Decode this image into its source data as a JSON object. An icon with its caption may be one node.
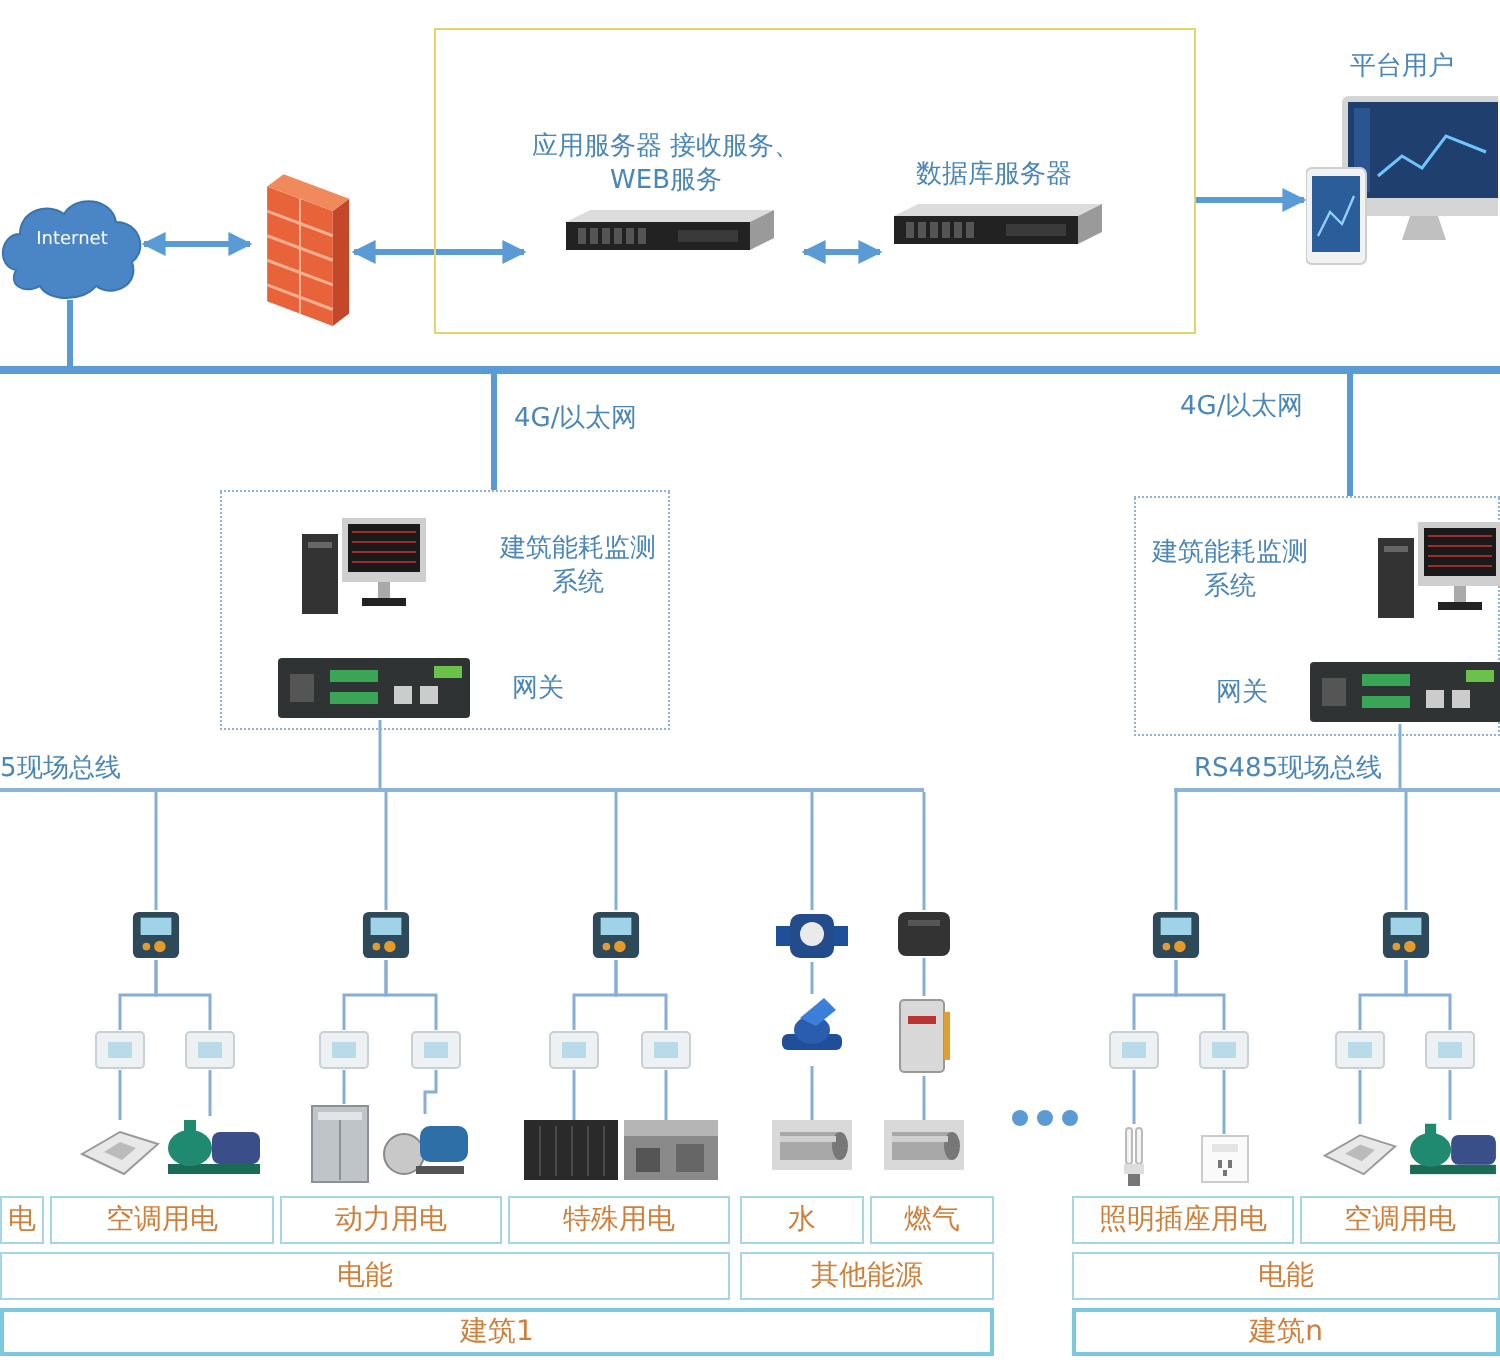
{
  "diagram": {
    "nodes": [
      {
        "text": [
          "Internet"
        ]
      },
      {
        "text": [],
        "shape": "picture"
      },
      {
        "text": [],
        "shape": "box"
      },
      {
        "text": [
          "应用服务器 接收服务、WEB服务"
        ],
        "in": 2
      },
      {
        "text": [
          "数据库服务器"
        ],
        "in": 2
      },
      {
        "text": [
          "平台用户"
        ]
      },
      {
        "text": [],
        "shape": "bar"
      },
      {
        "text": [],
        "shape": "box"
      },
      {
        "text": [
          "建筑能耗监测系统"
        ],
        "in": 7
      },
      {
        "text": [
          "网关"
        ],
        "in": 7
      },
      {
        "text": [],
        "shape": "box"
      },
      {
        "text": [
          "建筑能耗监测系统"
        ],
        "in": 10
      },
      {
        "text": [
          "网关"
        ],
        "in": 10
      },
      {
        "text": [],
        "shape": "bar",
        "beside": [
          "5现场总线"
        ]
      },
      {
        "text": [],
        "shape": "bar",
        "beside": [
          "RS485现场总线"
        ]
      },
      {
        "text": [],
        "shape": "picture"
      },
      {
        "text": [],
        "shape": "picture"
      },
      {
        "text": [],
        "shape": "picture"
      },
      {
        "text": [],
        "shape": "picture"
      },
      {
        "text": [],
        "shape": "picture"
      },
      {
        "text": [],
        "shape": "picture"
      },
      {
        "text": [],
        "shape": "picture"
      },
      {
        "text": [],
        "shape": "picture"
      },
      {
        "text": [],
        "shape": "picture"
      },
      {
        "text": [],
        "shape": "picture"
      },
      {
        "text": [],
        "shape": "picture"
      },
      {
        "text": [],
        "shape": "picture"
      },
      {
        "text": [],
        "shape": "picture"
      },
      {
        "text": [],
        "shape": "picture"
      },
      {
        "text": [],
        "shape": "picture"
      },
      {
        "text": [],
        "shape": "picture"
      },
      {
        "text": [],
        "shape": "picture"
      },
      {
        "text": [],
        "shape": "picture"
      },
      {
        "text": [],
        "shape": "picture"
      },
      {
        "text": [],
        "shape": "picture"
      },
      {
        "text": [],
        "shape": "picture"
      },
      {
        "text": [],
        "shape": "picture"
      },
      {
        "text": [],
        "shape": "picture"
      },
      {
        "text": [],
        "shape": "picture"
      },
      {
        "text": [],
        "shape": "picture"
      },
      {
        "text": [],
        "shape": "picture"
      },
      {
        "text": [],
        "shape": "picture"
      },
      {
        "text": [],
        "shape": "picture"
      },
      {
        "text": [],
        "shape": "picture"
      },
      {
        "text": [],
        "shape": "picture"
      },
      {
        "text": [],
        "shape": "picture"
      },
      {
        "text": [
          "电"
        ]
      },
      {
        "text": [
          "空调用电"
        ]
      },
      {
        "text": [
          "动力用电"
        ]
      },
      {
        "text": [
          "特殊用电"
        ]
      },
      {
        "text": [
          "水"
        ]
      },
      {
        "text": [
          "燃气"
        ]
      },
      {
        "text": [
          "照明插座用电"
        ]
      },
      {
        "text": [
          "空调用电"
        ]
      },
      {
        "text": [
          "电能"
        ]
      },
      {
        "text": [
          "其他能源"
        ]
      },
      {
        "text": [
          "电能"
        ]
      },
      {
        "text": [
          "建筑1"
        ]
      },
      {
        "text": [
          "建筑n"
        ]
      }
    ],
    "edges": [
      {
        "from": 0,
        "to": 1,
        "arrow": "both",
        "style": "thick"
      },
      {
        "from": 1,
        "to": 3,
        "arrow": "both",
        "style": "thick"
      },
      {
        "from": 3,
        "to": 4,
        "arrow": "both",
        "style": "thick"
      },
      {
        "from": 2,
        "to": 5,
        "arrow": "to",
        "style": "thick"
      },
      {
        "from": 0,
        "to": 6,
        "arrow": "none",
        "style": "thick"
      },
      {
        "from": 6,
        "to": 7,
        "arrow": "none",
        "style": "thick",
        "label": "4G/以太网"
      },
      {
        "from": 6,
        "to": 10,
        "arrow": "none",
        "style": "thick",
        "label": "4G/以太网"
      },
      {
        "from": 9,
        "to": 13,
        "arrow": "none"
      },
      {
        "from": 12,
        "to": 14,
        "arrow": "none"
      },
      {
        "from": 13,
        "to": 15,
        "arrow": "none"
      },
      {
        "from": 13,
        "to": 16,
        "arrow": "none"
      },
      {
        "from": 13,
        "to": 17,
        "arrow": "none"
      },
      {
        "from": 13,
        "to": 18,
        "arrow": "none"
      },
      {
        "from": 13,
        "to": 19,
        "arrow": "none"
      },
      {
        "from": 14,
        "to": 20,
        "arrow": "none"
      },
      {
        "from": 14,
        "to": 21,
        "arrow": "none"
      },
      {
        "from": 15,
        "to": 22,
        "arrow": "none"
      },
      {
        "from": 15,
        "to": 23,
        "arrow": "none"
      },
      {
        "from": 16,
        "to": 24,
        "arrow": "none"
      },
      {
        "from": 16,
        "to": 25,
        "arrow": "none"
      },
      {
        "from": 17,
        "to": 26,
        "arrow": "none"
      },
      {
        "from": 17,
        "to": 27,
        "arrow": "none"
      },
      {
        "from": 18,
        "to": 28,
        "arrow": "none"
      },
      {
        "from": 19,
        "to": 29,
        "arrow": "none"
      },
      {
        "from": 20,
        "to": 30,
        "arrow": "none"
      },
      {
        "from": 20,
        "to": 31,
        "arrow": "none"
      },
      {
        "from": 21,
        "to": 32,
        "arrow": "none"
      },
      {
        "from": 21,
        "to": 33,
        "arrow": "none"
      },
      {
        "from": 22,
        "to": 34,
        "arrow": "none"
      },
      {
        "from": 23,
        "to": 35,
        "arrow": "none"
      },
      {
        "from": 24,
        "to": 36,
        "arrow": "none"
      },
      {
        "from": 25,
        "to": 37,
        "arrow": "none"
      },
      {
        "from": 26,
        "to": 38,
        "arrow": "none"
      },
      {
        "from": 27,
        "to": 39,
        "arrow": "none"
      },
      {
        "from": 28,
        "to": 40,
        "arrow": "none"
      },
      {
        "from": 29,
        "to": 41,
        "arrow": "none"
      },
      {
        "from": 30,
        "to": 42,
        "arrow": "none"
      },
      {
        "from": 31,
        "to": 43,
        "arrow": "none"
      },
      {
        "from": 32,
        "to": 44,
        "arrow": "none"
      },
      {
        "from": 33,
        "to": 45,
        "arrow": "none"
      }
    ]
  }
}
